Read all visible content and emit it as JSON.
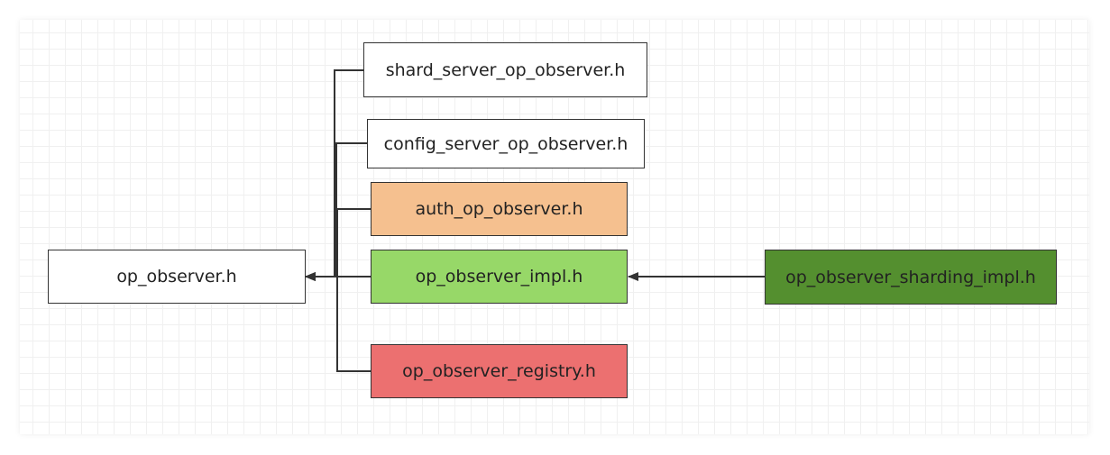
{
  "nodes": {
    "op_observer": {
      "label": "op_observer.h",
      "fill": "#ffffff"
    },
    "shard_server": {
      "label": "shard_server_op_observer.h",
      "fill": "#ffffff"
    },
    "config_server": {
      "label": "config_server_op_observer.h",
      "fill": "#ffffff"
    },
    "auth": {
      "label": "auth_op_observer.h",
      "fill": "#f5c08f"
    },
    "impl": {
      "label": "op_observer_impl.h",
      "fill": "#97d868"
    },
    "registry": {
      "label": "op_observer_registry.h",
      "fill": "#ec7070"
    },
    "sharding_impl": {
      "label": "op_observer_sharding_impl.h",
      "fill": "#548f2f"
    }
  },
  "edges": [
    {
      "from": "shard_server",
      "to": "op_observer"
    },
    {
      "from": "config_server",
      "to": "op_observer"
    },
    {
      "from": "auth",
      "to": "op_observer"
    },
    {
      "from": "impl",
      "to": "op_observer"
    },
    {
      "from": "registry",
      "to": "op_observer"
    },
    {
      "from": "sharding_impl",
      "to": "impl"
    }
  ],
  "colors": {
    "stroke": "#333333"
  }
}
